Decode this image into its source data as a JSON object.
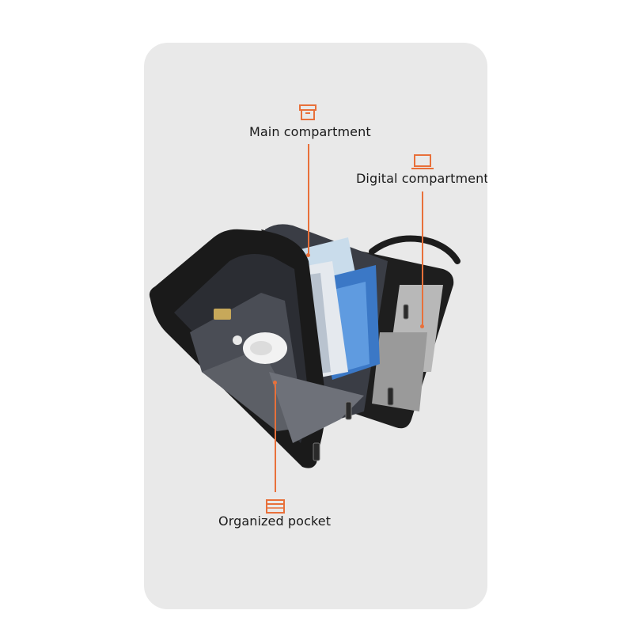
{
  "accent_color": "#e8703a",
  "callouts": {
    "main": {
      "label": "Main compartment",
      "icon": "storage-box-icon"
    },
    "digital": {
      "label": "Digital compartment",
      "icon": "laptop-icon"
    },
    "organized": {
      "label": "Organized pocket",
      "icon": "card-pocket-icon"
    }
  },
  "photo": {
    "subject": "open-briefcase-photo"
  }
}
